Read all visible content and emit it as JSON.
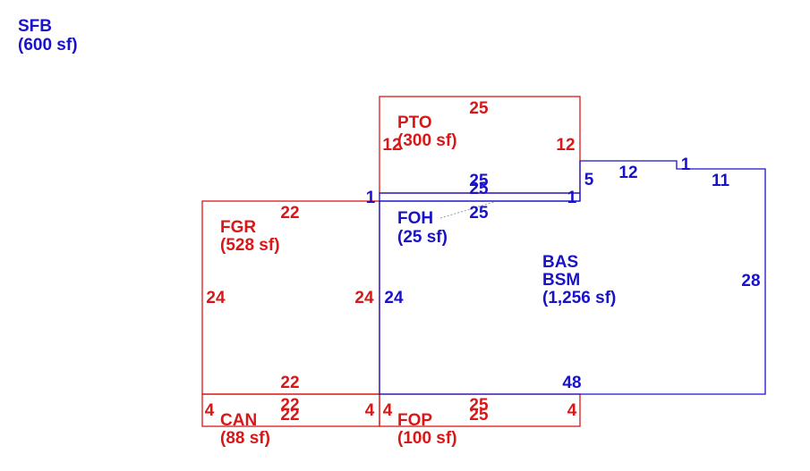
{
  "colors": {
    "blue": "#1a12c8",
    "red": "#d81818",
    "gray": "#999999"
  },
  "labels": {
    "sfb_code": "SFB",
    "sfb_area": "(600 sf)",
    "pto_code": "PTO",
    "pto_area": "(300 sf)",
    "fgr_code": "FGR",
    "fgr_area": "(528 sf)",
    "foh_code": "FOH",
    "foh_area": "(25 sf)",
    "bas_code": "BAS",
    "bsm_code": "BSM",
    "bas_area": "(1,256 sf)",
    "can_code": "CAN",
    "can_area": "(88 sf)",
    "fop_code": "FOP",
    "fop_area": "(100 sf)"
  },
  "dims": {
    "pto_top": "25",
    "pto_left": "12",
    "pto_right": "12",
    "foh_top_a": "25",
    "foh_top_b": "25",
    "foh_bottom": "25",
    "foh_left": "1",
    "foh_right": "1",
    "bas_notch_left": "5",
    "bas_top_a": "12",
    "bas_notch": "1",
    "bas_top_b": "11",
    "bas_right": "28",
    "bas_bottom": "48",
    "bas_left": "24",
    "fgr_top": "22",
    "fgr_left": "24",
    "fgr_right": "24",
    "fgr_bottom": "22",
    "can_top": "22",
    "can_bottom": "22",
    "can_left": "4",
    "can_right": "4",
    "fop_top": "25",
    "fop_bottom": "25",
    "fop_left": "4",
    "fop_right": "4"
  }
}
